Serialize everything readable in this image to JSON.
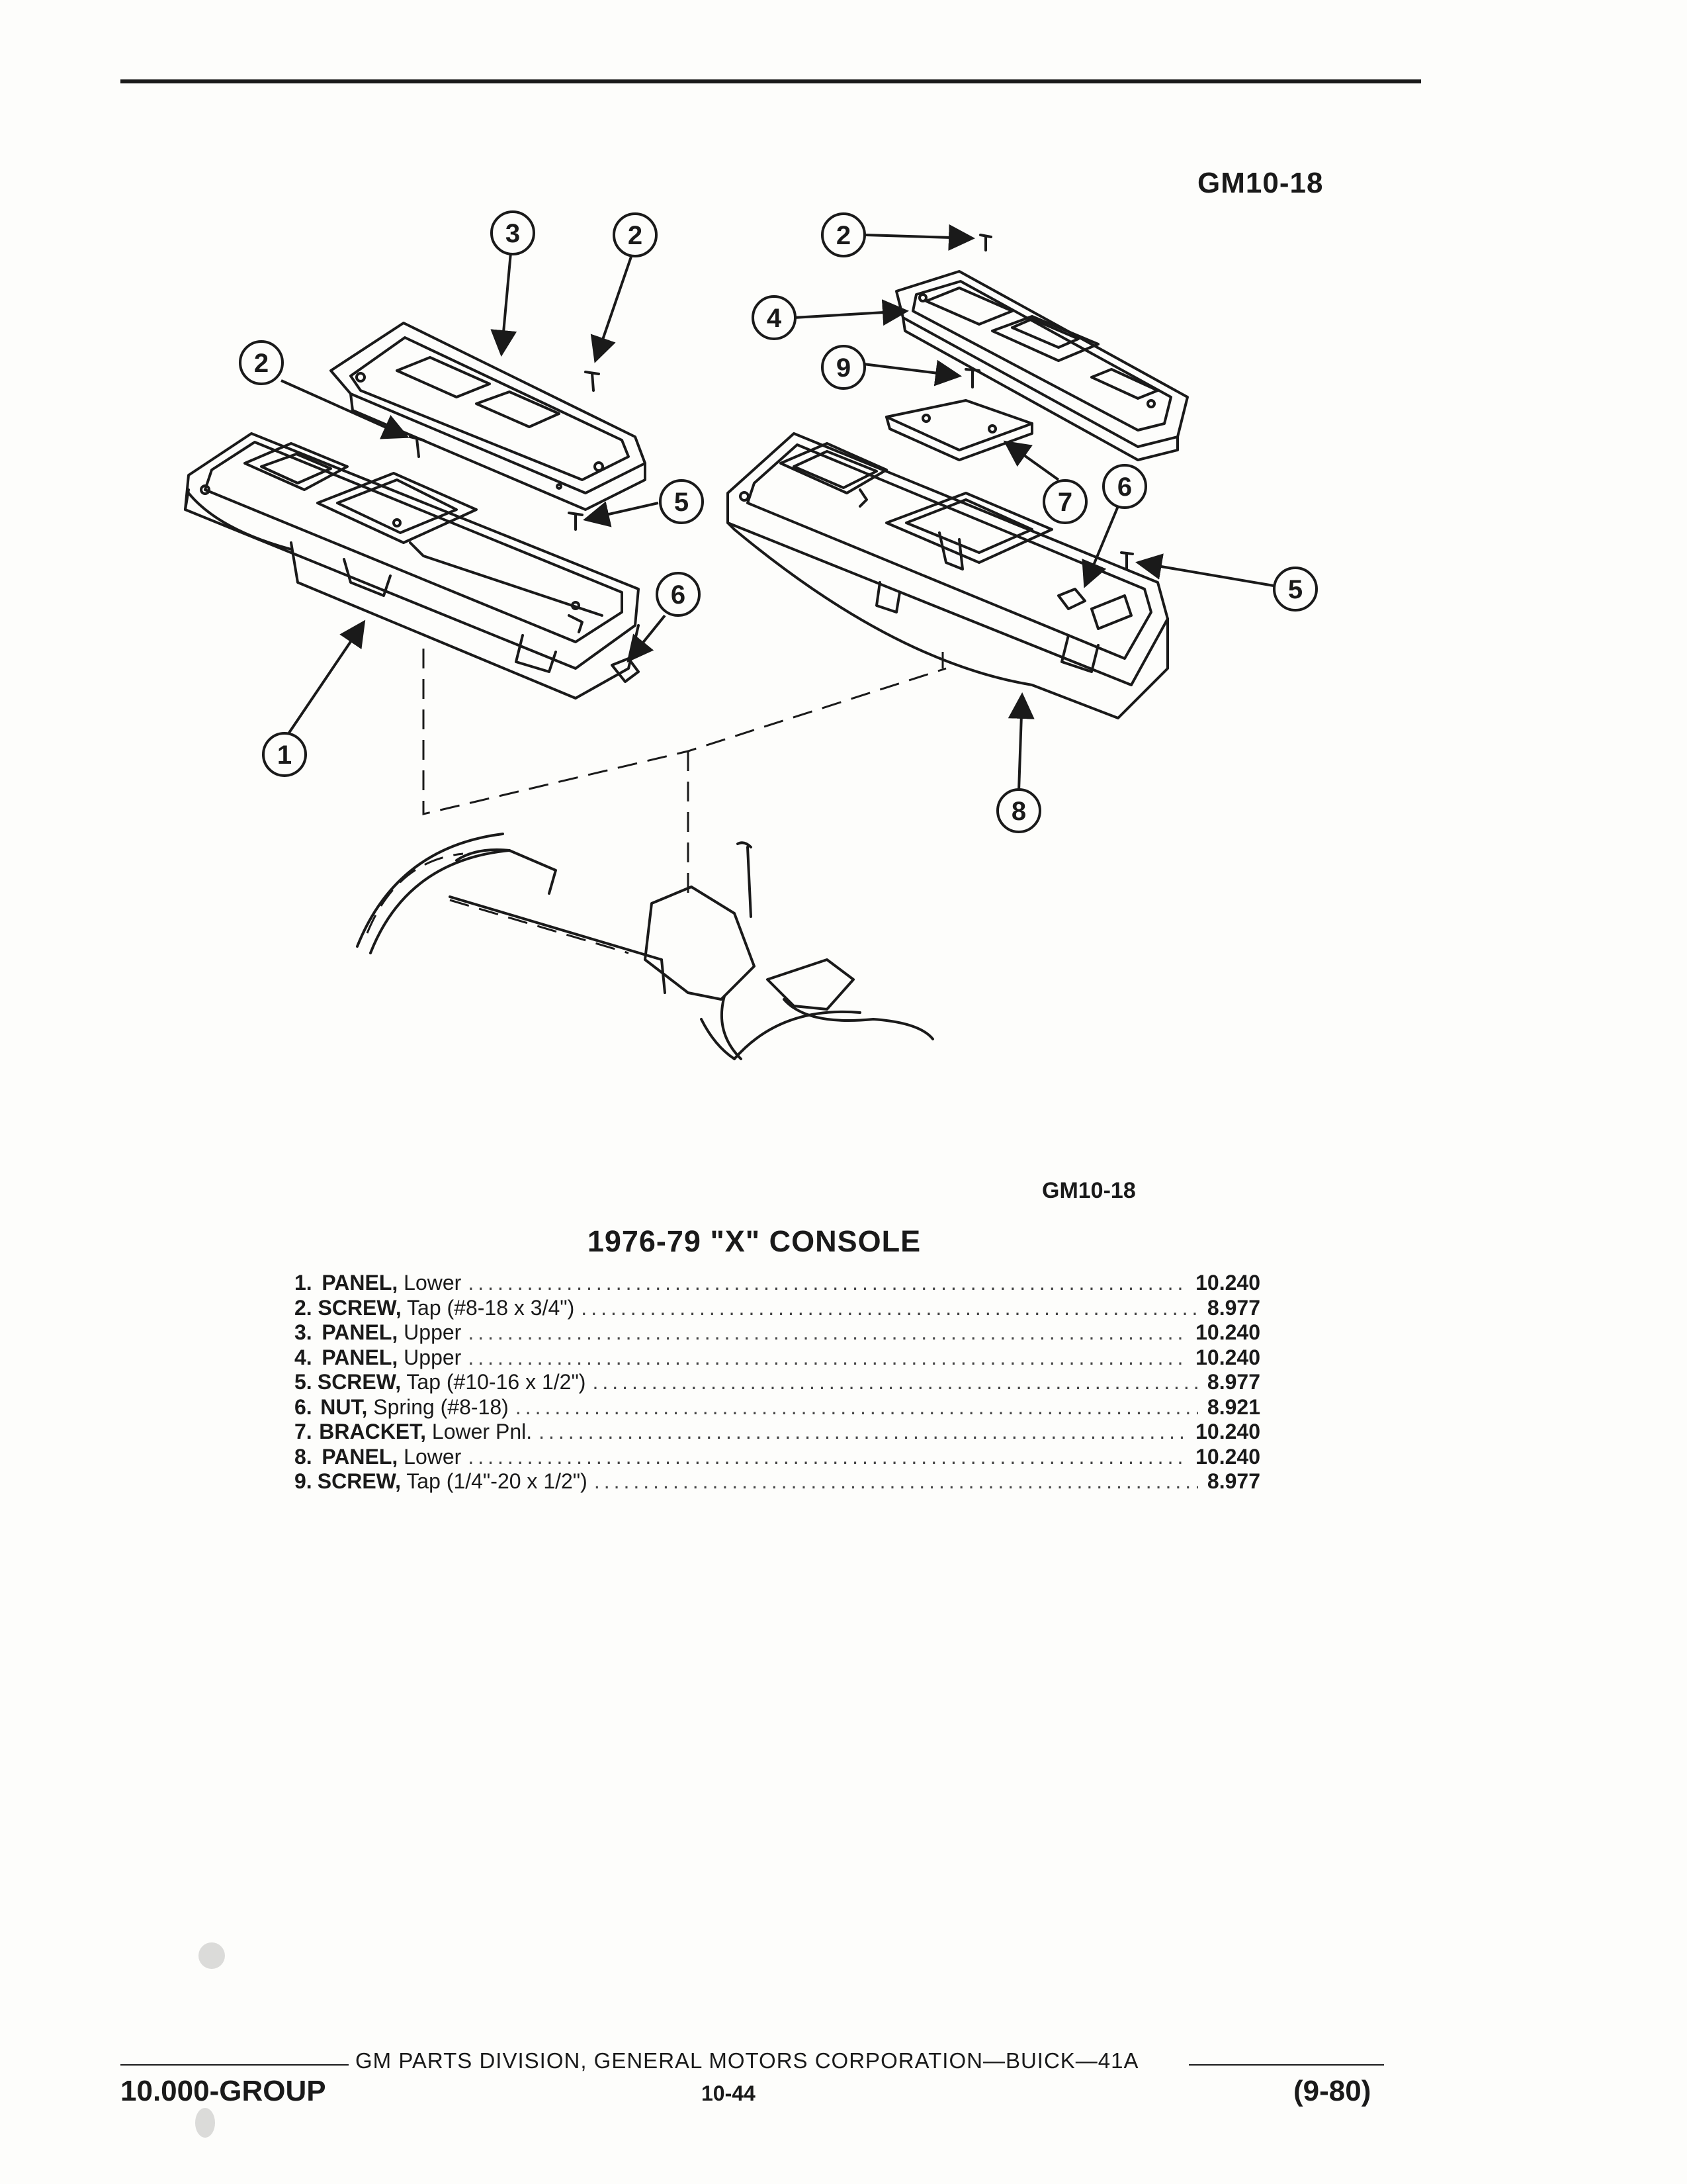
{
  "figure_code_top": "GM10-18",
  "figure_code_bottom": "GM10-18",
  "callouts": [
    "1",
    "2",
    "2",
    "2",
    "3",
    "4",
    "5",
    "5",
    "6",
    "6",
    "7",
    "8",
    "9"
  ],
  "title": "1976-79 \"X\" CONSOLE",
  "parts": [
    {
      "num": "1.",
      "name": "PANEL,",
      "desc": "Lower",
      "ref": "10.240"
    },
    {
      "num": "2.",
      "name": "SCREW,",
      "desc": "Tap (#8-18 x 3/4\")",
      "ref": "8.977"
    },
    {
      "num": "3.",
      "name": "PANEL,",
      "desc": "Upper",
      "ref": "10.240"
    },
    {
      "num": "4.",
      "name": "PANEL,",
      "desc": "Upper",
      "ref": "10.240"
    },
    {
      "num": "5.",
      "name": "SCREW,",
      "desc": "Tap (#10-16 x 1/2\")",
      "ref": "8.977"
    },
    {
      "num": "6.",
      "name": "NUT,",
      "desc": "Spring (#8-18)",
      "ref": "8.921"
    },
    {
      "num": "7.",
      "name": "BRACKET,",
      "desc": "Lower Pnl.",
      "ref": "10.240"
    },
    {
      "num": "8.",
      "name": "PANEL,",
      "desc": "Lower",
      "ref": "10.240"
    },
    {
      "num": "9.",
      "name": "SCREW,",
      "desc": "Tap (1/4\"-20 x 1/2\")",
      "ref": "8.977"
    }
  ],
  "footer": {
    "division": "GM PARTS DIVISION, GENERAL MOTORS CORPORATION—BUICK—41A",
    "group": "10.000-GROUP",
    "page": "10-44",
    "revision": "(9-80)"
  }
}
